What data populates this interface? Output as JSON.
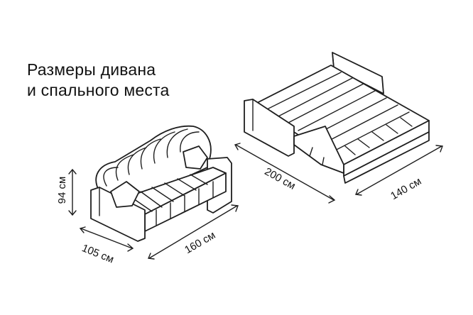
{
  "title": {
    "line1": "Размеры дивана",
    "line2": "и спального места"
  },
  "dimensions": {
    "height": "94 см",
    "depth": "105 см",
    "width": "160 см",
    "bed_length": "200 см",
    "bed_width": "140 см"
  },
  "colors": {
    "line": "#1e1e1e",
    "background": "#ffffff"
  }
}
